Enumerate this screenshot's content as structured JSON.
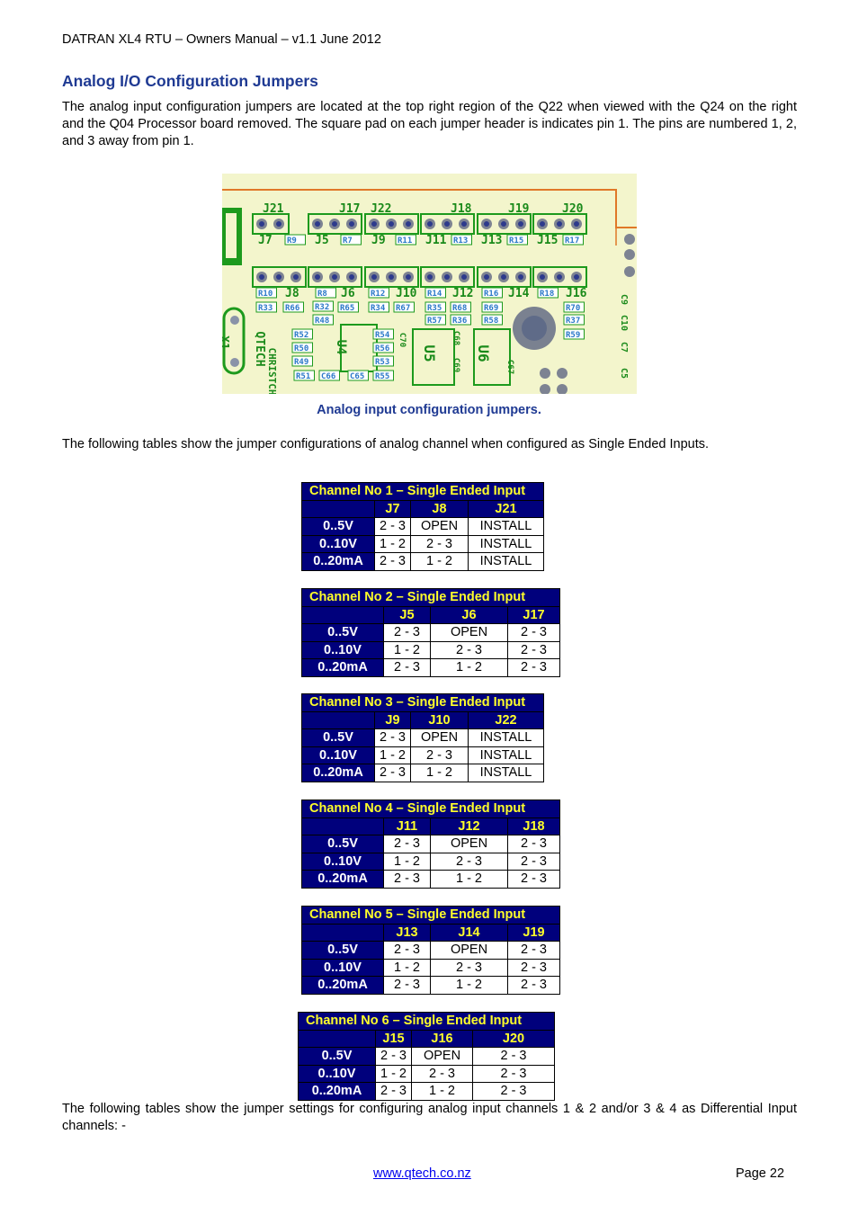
{
  "header": {
    "text": "DATRAN XL4 RTU – Owners Manual – v1.1 June 2012"
  },
  "heading": "Analog I/O Configuration Jumpers",
  "intro": "The analog input configuration jumpers are located at the top right region of the Q22 when viewed with the Q24 on the right and the Q04 Processor board removed. The square pad on each jumper header is indicates pin 1. The pins are numbered 1, 2, and 3 away from pin 1.",
  "figure": {
    "caption": "Analog input configuration jumpers.",
    "silkscreen": [
      "J21",
      "J17",
      "J22",
      "J18",
      "J19",
      "J20",
      "J7",
      "R9",
      "J5",
      "R7",
      "J9",
      "R11",
      "J11",
      "R13",
      "J13",
      "R15",
      "J15",
      "R17",
      "R10",
      "J8",
      "R8",
      "J6",
      "R12",
      "J10",
      "R14",
      "J12",
      "R16",
      "J14",
      "R18",
      "J16",
      "R33",
      "R66",
      "R32",
      "R65",
      "R34",
      "R67",
      "R35",
      "R68",
      "R69",
      "R70",
      "R48",
      "R57",
      "R36",
      "R58",
      "R37",
      "R59",
      "R52",
      "R54",
      "R50",
      "R56",
      "R49",
      "R53",
      "R51",
      "C66",
      "C65",
      "R55",
      "C9",
      "C10",
      "C7",
      "C5",
      "X1",
      "QTECH",
      "CHRISTCH",
      "U4",
      "U5",
      "U6",
      "C70",
      "C68",
      "C69",
      "C67"
    ]
  },
  "table_intro": "The following tables show the jumper configurations of analog channel when configured as Single Ended Inputs.",
  "tables": [
    {
      "title": "Channel No 1 – Single Ended Input",
      "cols": [
        "J7",
        "J8",
        "J21"
      ],
      "rows": [
        {
          "label": "0..5V",
          "cells": [
            "2 - 3",
            "OPEN",
            "INSTALL"
          ]
        },
        {
          "label": "0..10V",
          "cells": [
            "1 - 2",
            "2 - 3",
            "INSTALL"
          ]
        },
        {
          "label": "0..20mA",
          "cells": [
            "2 - 3",
            "1 - 2",
            "INSTALL"
          ]
        }
      ]
    },
    {
      "title": "Channel No 2 – Single Ended Input",
      "cols": [
        "J5",
        "J6",
        "J17"
      ],
      "rows": [
        {
          "label": "0..5V",
          "cells": [
            "2 - 3",
            "OPEN",
            "2 - 3"
          ]
        },
        {
          "label": "0..10V",
          "cells": [
            "1 - 2",
            "2 - 3",
            "2 - 3"
          ]
        },
        {
          "label": "0..20mA",
          "cells": [
            "2 - 3",
            "1 - 2",
            "2 - 3"
          ]
        }
      ]
    },
    {
      "title": "Channel No 3 – Single Ended Input",
      "cols": [
        "J9",
        "J10",
        "J22"
      ],
      "rows": [
        {
          "label": "0..5V",
          "cells": [
            "2 - 3",
            "OPEN",
            "INSTALL"
          ]
        },
        {
          "label": "0..10V",
          "cells": [
            "1 - 2",
            "2 - 3",
            "INSTALL"
          ]
        },
        {
          "label": "0..20mA",
          "cells": [
            "2 - 3",
            "1 - 2",
            "INSTALL"
          ]
        }
      ]
    },
    {
      "title": "Channel No 4 – Single Ended Input",
      "cols": [
        "J11",
        "J12",
        "J18"
      ],
      "rows": [
        {
          "label": "0..5V",
          "cells": [
            "2 - 3",
            "OPEN",
            "2 - 3"
          ]
        },
        {
          "label": "0..10V",
          "cells": [
            "1 - 2",
            "2 - 3",
            "2 - 3"
          ]
        },
        {
          "label": "0..20mA",
          "cells": [
            "2 - 3",
            "1 - 2",
            "2 - 3"
          ]
        }
      ]
    },
    {
      "title": "Channel No 5 – Single Ended Input",
      "cols": [
        "J13",
        "J14",
        "J19"
      ],
      "rows": [
        {
          "label": "0..5V",
          "cells": [
            "2 - 3",
            "OPEN",
            "2 - 3"
          ]
        },
        {
          "label": "0..10V",
          "cells": [
            "1 - 2",
            "2 - 3",
            "2 - 3"
          ]
        },
        {
          "label": "0..20mA",
          "cells": [
            "2 - 3",
            "1 - 2",
            "2 - 3"
          ]
        }
      ]
    },
    {
      "title": "Channel No 6 – Single Ended Input",
      "cols": [
        "J15",
        "J16",
        "J20"
      ],
      "rows": [
        {
          "label": "0..5V",
          "cells": [
            "2 - 3",
            "OPEN",
            "2 - 3"
          ]
        },
        {
          "label": "0..10V",
          "cells": [
            "1 - 2",
            "2 - 3",
            "2 - 3"
          ]
        },
        {
          "label": "0..20mA",
          "cells": [
            "2 - 3",
            "1 - 2",
            "2 - 3"
          ]
        }
      ]
    }
  ],
  "diff_intro": "The following tables show the jumper settings for configuring analog input channels 1 & 2 and/or 3 & 4 as Differential Input channels: -",
  "footer": {
    "link": "www.qtech.co.nz",
    "page": "Page 22"
  },
  "colors": {
    "heading": "#1f3a93",
    "table_header_bg": "#00007c",
    "table_header_text": "#ffff2a",
    "pcb_green": "#18a018",
    "pcb_bg": "#f3f5cc"
  }
}
